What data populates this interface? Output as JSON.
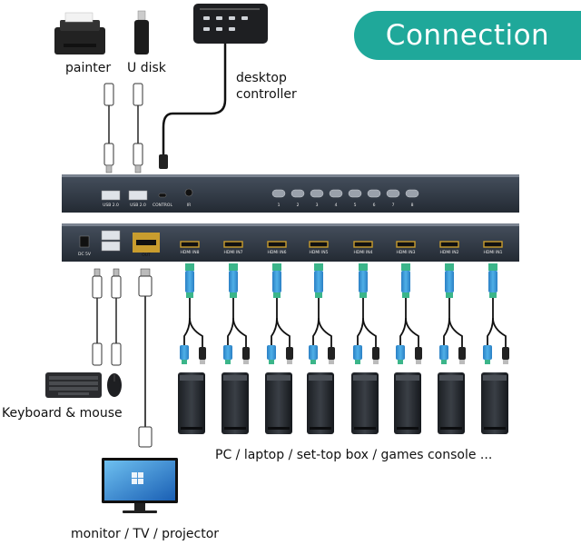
{
  "banner": {
    "title": "Connection"
  },
  "labels": {
    "printer": "painter",
    "udisk": "U disk",
    "desktop_controller_line1": "desktop",
    "desktop_controller_line2": "controller",
    "keyboard_mouse": "Keyboard & mouse",
    "sources": "PC / laptop / set-top box / games console ...",
    "display": "monitor / TV / projector"
  },
  "front_panel": {
    "usb1": "USB 2.0",
    "usb2": "USB 2.0",
    "control": "CONTROL",
    "ir": "IR",
    "buttons": [
      "1",
      "2",
      "3",
      "4",
      "5",
      "6",
      "7",
      "8"
    ]
  },
  "rear_panel": {
    "power": "DC 5V",
    "out": "OUT",
    "inputs": [
      "HDMI IN8",
      "HDMI IN7",
      "HDMI IN6",
      "HDMI IN5",
      "HDMI IN4",
      "HDMI IN3",
      "HDMI IN2",
      "HDMI IN1"
    ]
  },
  "colors": {
    "accent": "#1fa89a",
    "device": "#2f3744",
    "cable_blue": "#2f8fd0",
    "cable_green": "#3bb58a"
  }
}
